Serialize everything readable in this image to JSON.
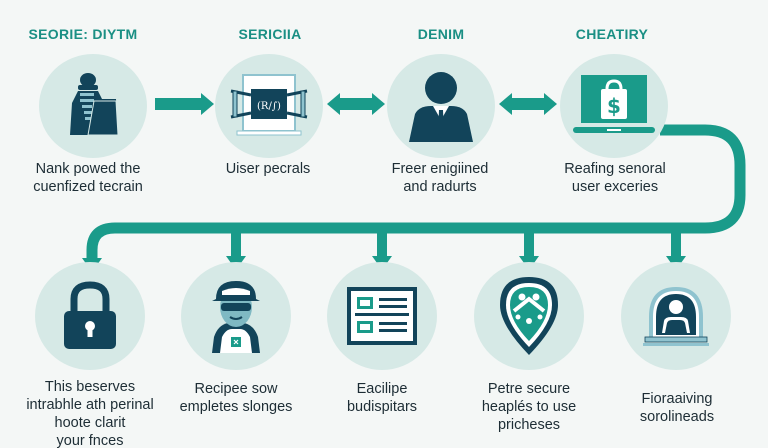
{
  "colors": {
    "background": "#f4f7f6",
    "circle_fill": "#d6e9e6",
    "teal_accent": "#1a9b8a",
    "navy": "#12445a",
    "light_blue": "#8fc3cf",
    "text_dark": "#1d2d35",
    "title_teal": "#1a8f84"
  },
  "top_row": {
    "steps": [
      {
        "title": "Seorie: Diytm",
        "icon": "person-with-folder-icon",
        "caption_lines": [
          "Nank powed the",
          "cuenfized tecrain"
        ]
      },
      {
        "title": "Sericiia",
        "icon": "secure-monitor-icon",
        "caption_lines": [
          "Uiser pecrals"
        ]
      },
      {
        "title": "Denim",
        "icon": "businessman-icon",
        "caption_lines": [
          "Freer enigiined",
          "and radurts"
        ]
      },
      {
        "title": "Cheatiry",
        "icon": "laptop-shopping-bag-icon",
        "caption_lines": [
          "Reafing senoral",
          "user exceries"
        ]
      }
    ],
    "connectors": [
      {
        "from": 0,
        "to": 1,
        "type": "arrow-right"
      },
      {
        "from": 1,
        "to": 2,
        "type": "arrow-double"
      },
      {
        "from": 2,
        "to": 3,
        "type": "arrow-double"
      }
    ]
  },
  "bottom_row": {
    "steps": [
      {
        "icon": "padlock-icon",
        "caption_lines": [
          "This beserves",
          "intrabhle ath perinal",
          "hoote clarit",
          "your fnces"
        ]
      },
      {
        "icon": "worker-with-cap-icon",
        "caption_lines": [
          "Recipee sow",
          "empletes slonges"
        ]
      },
      {
        "icon": "list-document-icon",
        "caption_lines": [
          "Eacilipe",
          "budispitars"
        ]
      },
      {
        "icon": "location-pin-people-icon",
        "caption_lines": [
          "Petre secure",
          "heaplés to use",
          "pricheses"
        ]
      },
      {
        "icon": "user-at-desk-icon",
        "caption_lines": [
          "Fioraaiving",
          "sorolineads"
        ]
      }
    ]
  }
}
